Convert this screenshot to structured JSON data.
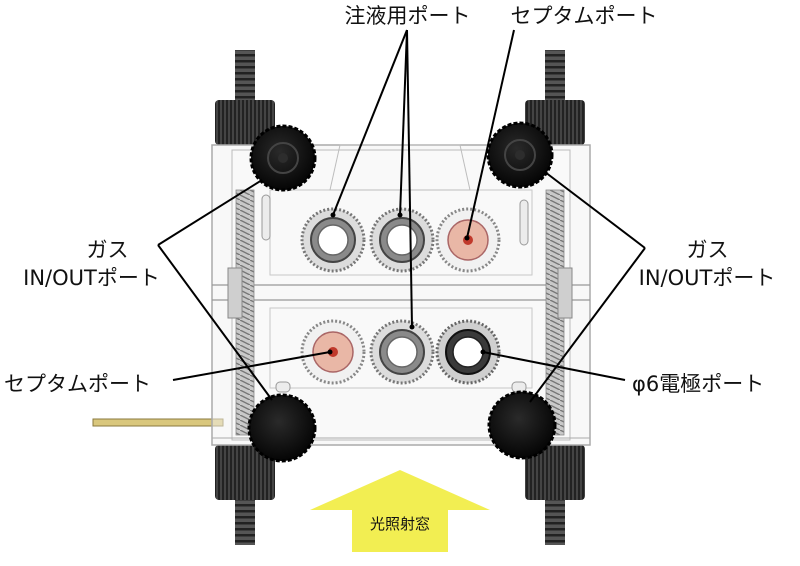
{
  "labels": {
    "injection_port": "注液用ポート",
    "septum_port_top": "セプタムポート",
    "gas_left_line1": "ガス",
    "gas_left_line2": "IN/OUTポート",
    "gas_right_line1": "ガス",
    "gas_right_line2": "IN/OUTポート",
    "septum_port_left": "セプタムポート",
    "electrode_port": "φ6電極ポート",
    "light_window": "光照射窓"
  },
  "colors": {
    "arrow": "#f2ee52",
    "septum": "#e9b7a6",
    "lead": "#d9c77d",
    "knob": "#0b0b0b"
  }
}
